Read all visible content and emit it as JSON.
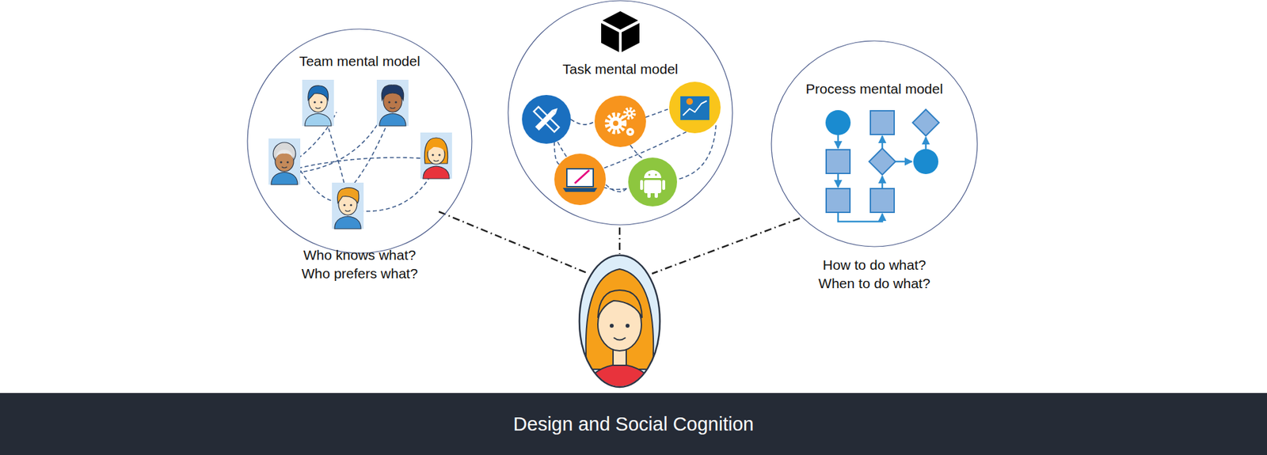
{
  "diagram": {
    "caption": "Design and Social Cognition",
    "nodes": [
      {
        "text": [
          "Team mental model",
          "Who knows what? Who prefers what?"
        ]
      },
      {
        "text": [
          "Task mental model"
        ]
      },
      {
        "text": [
          "Process mental model",
          "How to do what? When to do what?"
        ]
      }
    ]
  }
}
